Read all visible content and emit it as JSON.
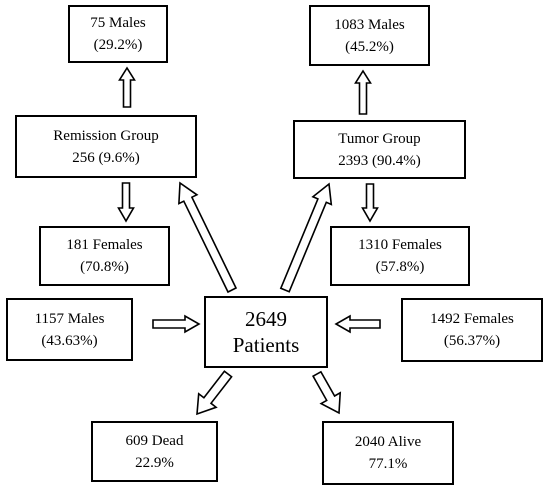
{
  "nodes": {
    "remission_males": {
      "line1": "75 Males",
      "line2": "(29.2%)"
    },
    "remission_group": {
      "line1": "Remission Group",
      "line2": "256 (9.6%)"
    },
    "remission_females": {
      "line1": "181 Females",
      "line2": "(70.8%)"
    },
    "tumor_males": {
      "line1": "1083 Males",
      "line2": "(45.2%)"
    },
    "tumor_group": {
      "line1": "Tumor Group",
      "line2": "2393 (90.4%)"
    },
    "tumor_females": {
      "line1": "1310 Females",
      "line2": "(57.8%)"
    },
    "total_males": {
      "line1": "1157 Males",
      "line2": "(43.63%)"
    },
    "patients": {
      "line1": "2649",
      "line2": "Patients"
    },
    "total_females": {
      "line1": "1492 Females",
      "line2": "(56.37%)"
    },
    "dead": {
      "line1": "609 Dead",
      "line2": "22.9%"
    },
    "alive": {
      "line1": "2040 Alive",
      "line2": "77.1%"
    }
  },
  "colors": {
    "stroke": "#000000",
    "fill": "#ffffff"
  }
}
